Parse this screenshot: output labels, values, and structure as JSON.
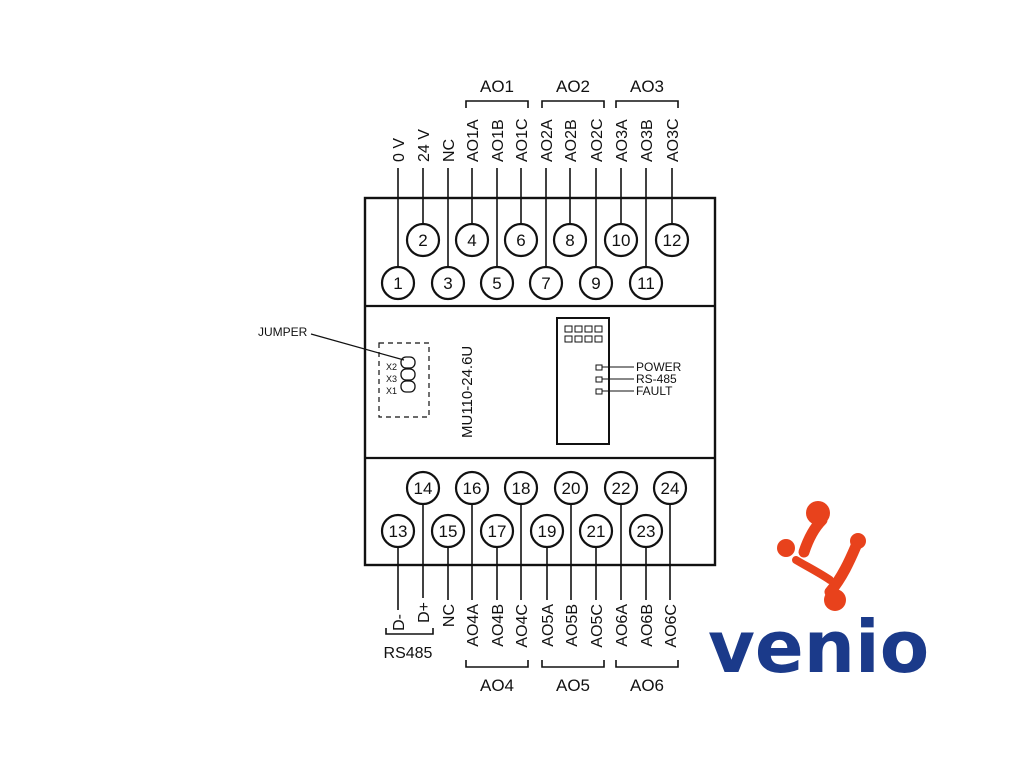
{
  "module": {
    "model": "MU110-24.6U"
  },
  "top": {
    "upper_row": [
      "2",
      "4",
      "6",
      "8",
      "10",
      "12"
    ],
    "lower_row": [
      "1",
      "3",
      "5",
      "7",
      "9",
      "11"
    ],
    "pin_labels": [
      "0 V",
      "24 V",
      "NC",
      "AO1A",
      "AO1B",
      "AO1C",
      "AO2A",
      "AO2B",
      "AO2C",
      "AO3A",
      "AO3B",
      "AO3C"
    ],
    "groups": [
      "AO1",
      "AO2",
      "AO3"
    ]
  },
  "bottom": {
    "upper_row": [
      "14",
      "16",
      "18",
      "20",
      "22",
      "24"
    ],
    "lower_row": [
      "13",
      "15",
      "17",
      "19",
      "21",
      "23"
    ],
    "pin_labels": [
      "D-",
      "D+",
      "NC",
      "AO4A",
      "AO4B",
      "AO4C",
      "AO5A",
      "AO5B",
      "AO5C",
      "AO6A",
      "AO6B",
      "AO6C"
    ],
    "groups": [
      "AO4",
      "AO5",
      "AO6"
    ],
    "rs485_label": "RS485"
  },
  "jumper": {
    "label": "JUMPER",
    "pins": [
      "X2",
      "X3",
      "X1"
    ]
  },
  "leds": [
    "POWER",
    "RS-485",
    "FAULT"
  ],
  "logo": {
    "text": "venio",
    "text_color": "#1b3a8a",
    "accent_color": "#e8421c"
  }
}
